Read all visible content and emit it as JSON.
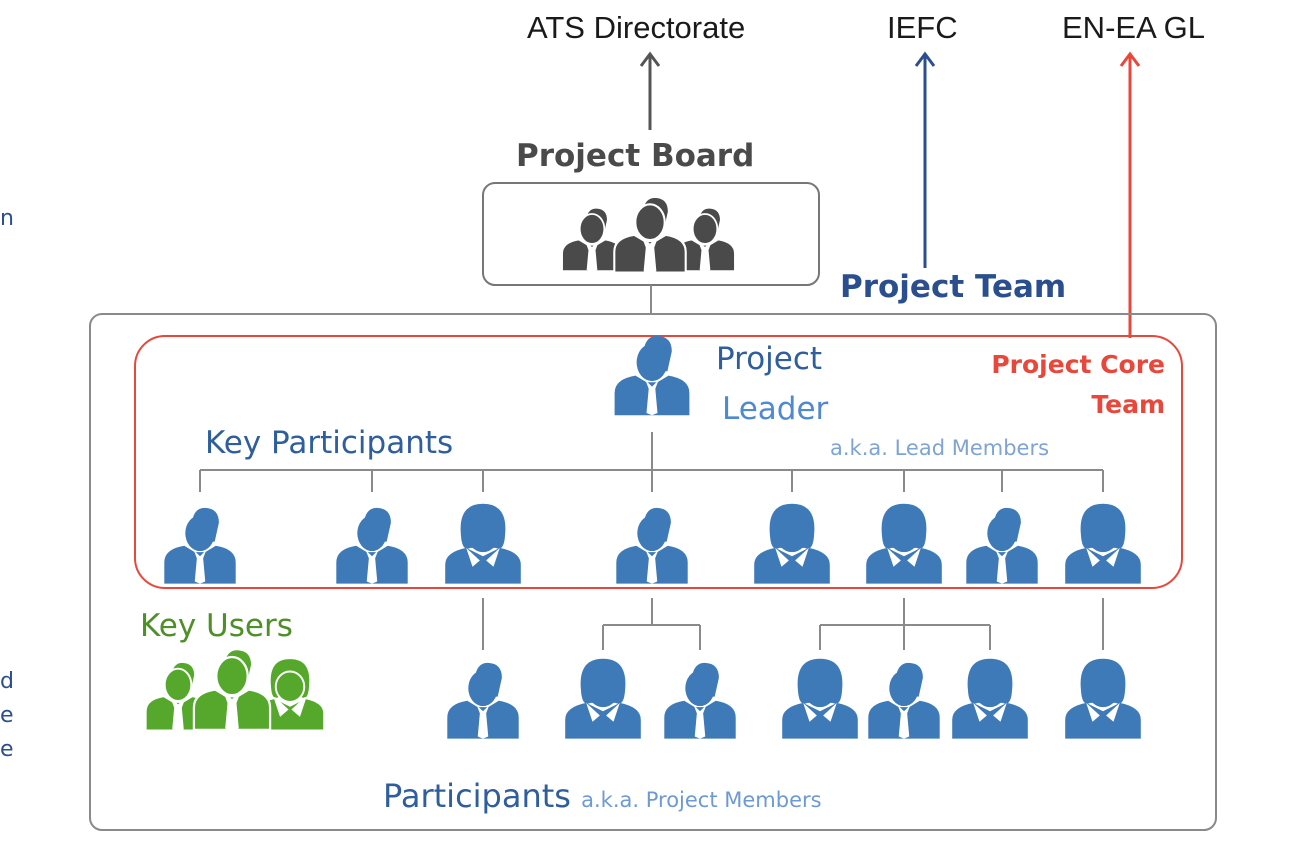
{
  "stakeholders": {
    "ats": "ATS Directorate",
    "iefc": "IEFC",
    "enea": "EN-EA GL"
  },
  "board": {
    "title": "Project Board"
  },
  "team": {
    "title": "Project Team"
  },
  "leader": {
    "line1": "Project",
    "line2": "Leader"
  },
  "core_team": {
    "line1": "Project Core",
    "line2": "Team"
  },
  "key_participants": {
    "label": "Key Participants",
    "aka": "a.k.a. Lead Members"
  },
  "key_users": {
    "label": "Key Users"
  },
  "participants": {
    "label": "Participants",
    "aka": "a.k.a. Project Members"
  },
  "cut_text": {
    "a": "n",
    "b": "d",
    "c": "e",
    "d": "e"
  },
  "colors": {
    "gray_line": "#8a8a8a",
    "arrow_gray": "#555555",
    "arrow_blue": "#2b4f8e",
    "arrow_red": "#e8473b",
    "person_blue": "#3f7ab8",
    "person_dark": "#4a4a4a",
    "person_green": "#55a82c",
    "core_border": "#e8473b"
  },
  "icons": {
    "board_group": "group-of-three-people-icon",
    "person_male": "man-with-tie-icon",
    "person_female": "woman-icon"
  }
}
